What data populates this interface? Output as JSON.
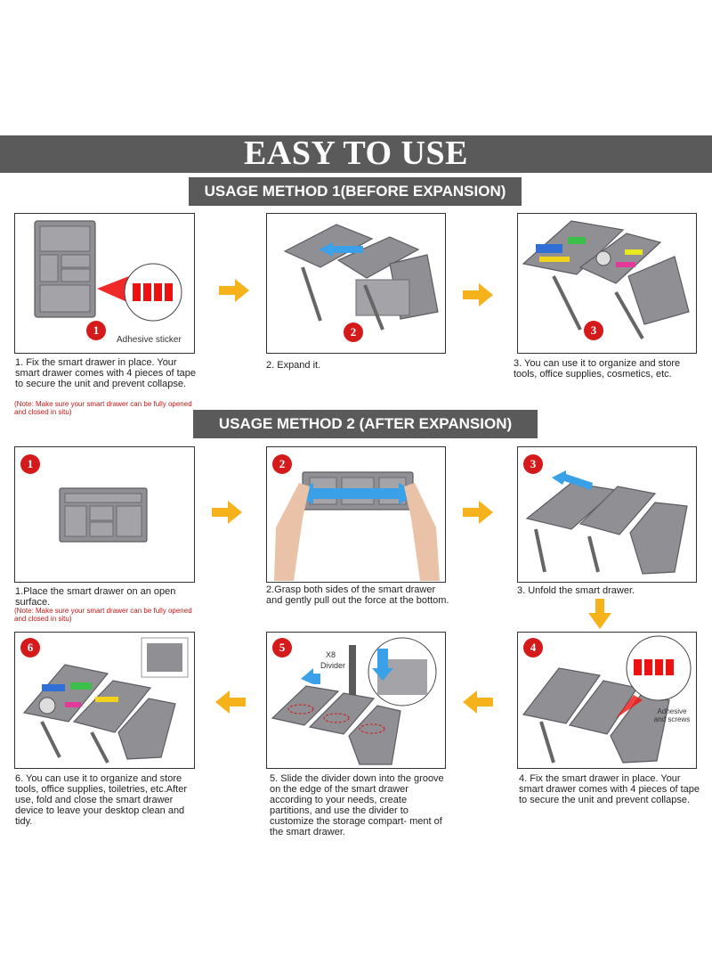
{
  "title": "EASY TO USE",
  "method1": {
    "header": "USAGE METHOD 1(BEFORE EXPANSION)",
    "steps": [
      {
        "num": "1",
        "caption": "1. Fix the smart drawer in place. Your smart drawer comes with 4 pieces of tape to secure the unit and prevent collapse.",
        "note": "(Note: Make sure your smart drawer can be fully opened and closed in situ)",
        "label": "Adhesive sticker"
      },
      {
        "num": "2",
        "caption": "2. Expand it."
      },
      {
        "num": "3",
        "caption": "3. You can use it to organize and store tools, office supplies, cosmetics, etc."
      }
    ]
  },
  "method2": {
    "header": "USAGE METHOD 2 (AFTER EXPANSION)",
    "steps": [
      {
        "num": "1",
        "caption": "1.Place the smart drawer on an open surface.",
        "note": "(Note: Make sure your smart drawer can be fully opened and closed in situ)"
      },
      {
        "num": "2",
        "caption": "2.Grasp both sides of the smart drawer and gently pull out the force at the bottom."
      },
      {
        "num": "3",
        "caption": "3. Unfold the smart drawer."
      },
      {
        "num": "4",
        "caption": "4. Fix the smart drawer in place. Your smart drawer comes with 4 pieces of tape to secure the unit and prevent collapse.",
        "label": "Adhesive and screws"
      },
      {
        "num": "5",
        "caption": "5.  Slide the divider down into the groove on the edge of the smart drawer according to your needs, create partitions, and use the divider to customize the storage compart- ment of the smart drawer.",
        "label_qty": "X8",
        "label": "Divider"
      },
      {
        "num": "6",
        "caption": "6. You can use it to organize and store tools, office supplies, toiletries, etc.After use, fold and close the smart drawer device to leave your desktop clean and tidy."
      }
    ]
  },
  "colors": {
    "banner": "#5a5a5a",
    "badge": "#d41a1a",
    "arrow": "#f5b21b",
    "note": "#c41818"
  }
}
